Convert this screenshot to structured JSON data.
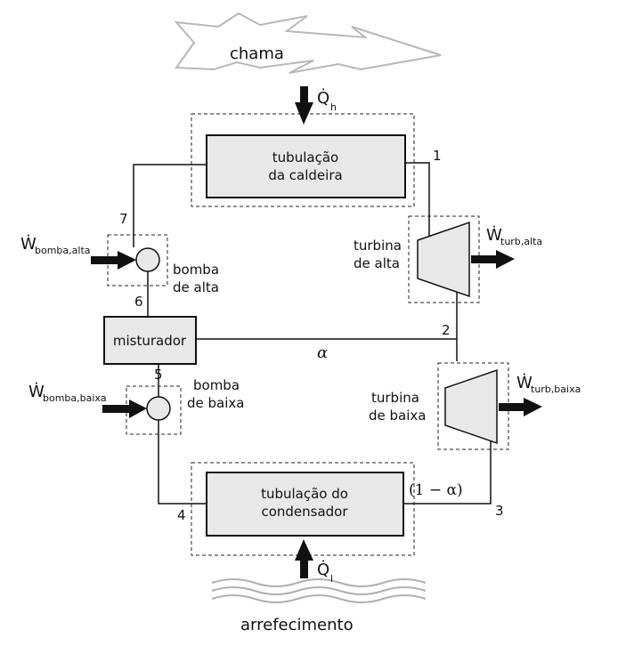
{
  "labels": {
    "flame": "chama",
    "cooling": "arrefecimento",
    "boiler_line1": "tubulação",
    "boiler_line2": "da caldeira",
    "condenser_line1": "tubulação do",
    "condenser_line2": "condensador",
    "mixer": "misturador",
    "hp_turbine_line1": "turbina",
    "hp_turbine_line2": "de alta",
    "lp_turbine_line1": "turbina",
    "lp_turbine_line2": "de baixa",
    "hp_pump_line1": "bomba",
    "hp_pump_line2": "de alta",
    "lp_pump_line1": "bomba",
    "lp_pump_line2": "de baixa",
    "alpha": "α",
    "one_minus_alpha": "(1 − α)"
  },
  "symbols": {
    "Qh_main": "Q̇",
    "Qh_sub": "h",
    "Ql_main": "Q̇",
    "Ql_sub": "l",
    "W_hp_pump_main": "Ẇ",
    "W_hp_pump_sub": "bomba,alta",
    "W_lp_pump_main": "Ẇ",
    "W_lp_pump_sub": "bomba,baixa",
    "W_hp_turb_main": "Ẇ",
    "W_hp_turb_sub": "turb,alta",
    "W_lp_turb_main": "Ẇ",
    "W_lp_turb_sub": "turb,baixa"
  },
  "states": [
    "1",
    "2",
    "3",
    "4",
    "5",
    "6",
    "7"
  ]
}
